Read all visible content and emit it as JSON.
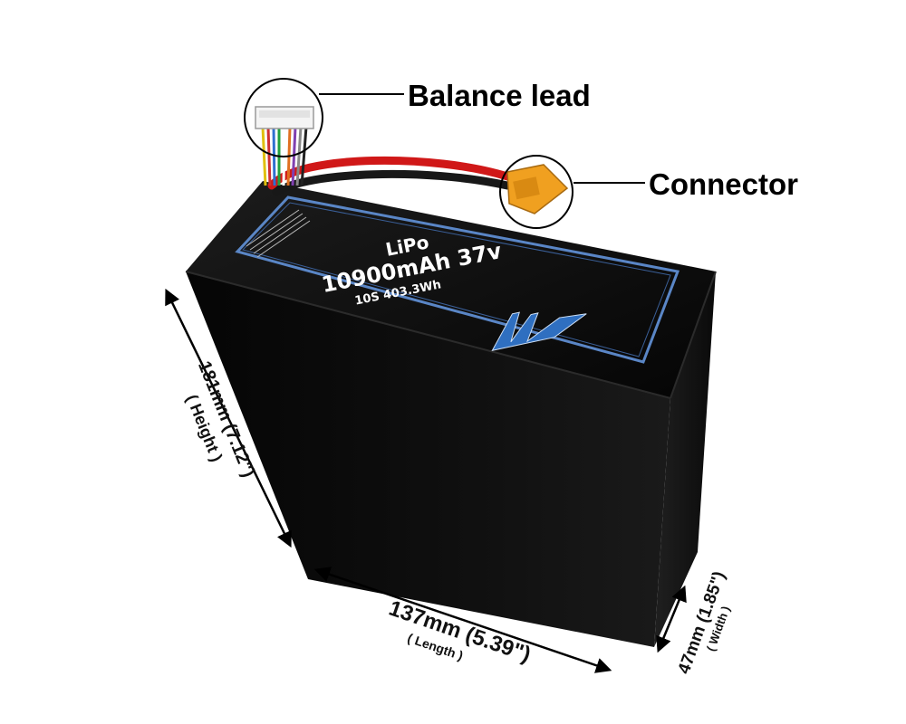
{
  "callouts": {
    "balance_lead": "Balance lead",
    "connector": "Connector"
  },
  "battery": {
    "chemistry": "LiPo",
    "capacity_voltage": "10900mAh 37v",
    "config_energy": "10S 403.3Wh",
    "logo": "MaxAmps logo"
  },
  "dimensions": {
    "height": {
      "value": "181mm (7.12\")",
      "label": "( Height )"
    },
    "length": {
      "value": "137mm (5.39\")",
      "label": "( Length )"
    },
    "width": {
      "value": "47mm (1.85\")",
      "label": "( Width )"
    }
  },
  "colors": {
    "battery_body": "#0b0b0b",
    "label_border": "#5a86c6",
    "logo_blue": "#2f6fc0",
    "red_wire": "#d01818",
    "connector_yellow": "#f0a020"
  }
}
